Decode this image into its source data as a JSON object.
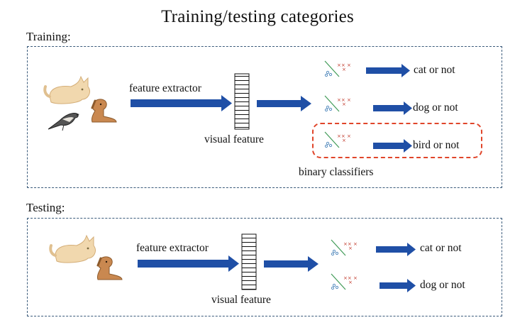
{
  "title": "Training/testing categories",
  "training": {
    "label": "Training:",
    "extractor_label": "feature extractor",
    "feature_label": "visual feature",
    "classifiers_label": "binary classifiers",
    "outputs": [
      "cat or not",
      "dog or not",
      "bird or not"
    ],
    "animals": [
      "cat",
      "bird",
      "dog"
    ]
  },
  "testing": {
    "label": "Testing:",
    "extractor_label": "feature extractor",
    "feature_label": "visual feature",
    "outputs": [
      "cat or not",
      "dog or not"
    ],
    "animals": [
      "cat",
      "dog"
    ]
  },
  "colors": {
    "arrow": "#1f4fa6",
    "panel_border": "#3a5a7a",
    "highlight": "#e0452a",
    "cross": "#c0392b",
    "circle": "#5a8fc0",
    "separator": "#3f9a56"
  }
}
